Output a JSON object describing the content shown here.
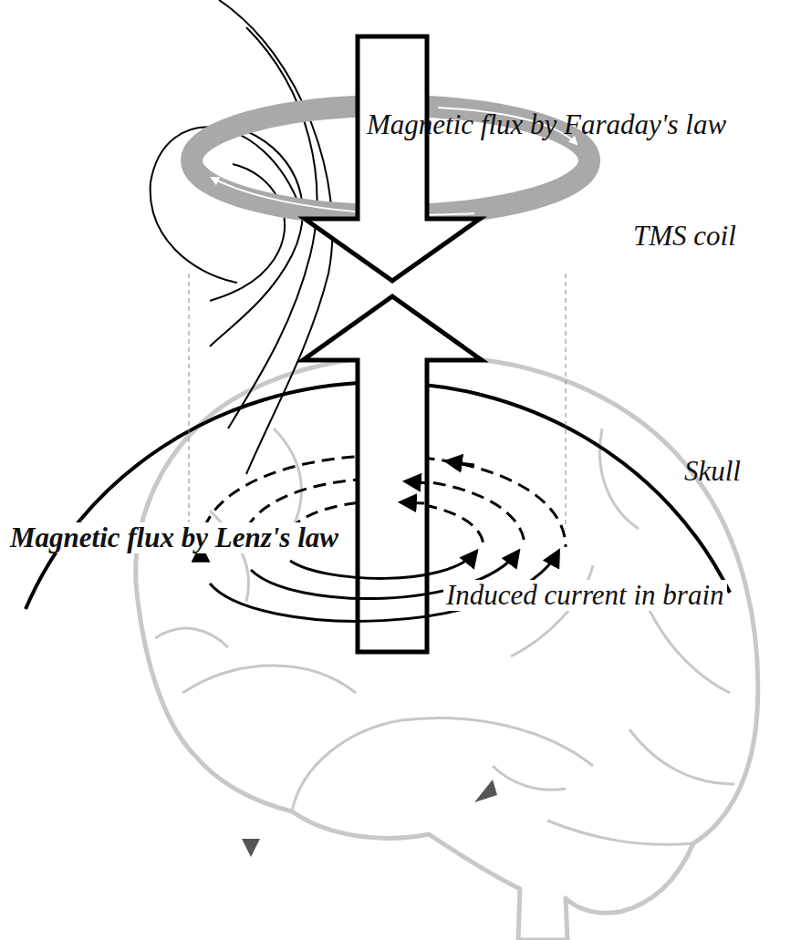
{
  "diagram": {
    "labels": [
      "Magnetic flux by Faraday's law",
      "TMS coil",
      "Skull",
      "Magnetic flux by Lenz's law",
      "Induced current in brain"
    ]
  }
}
